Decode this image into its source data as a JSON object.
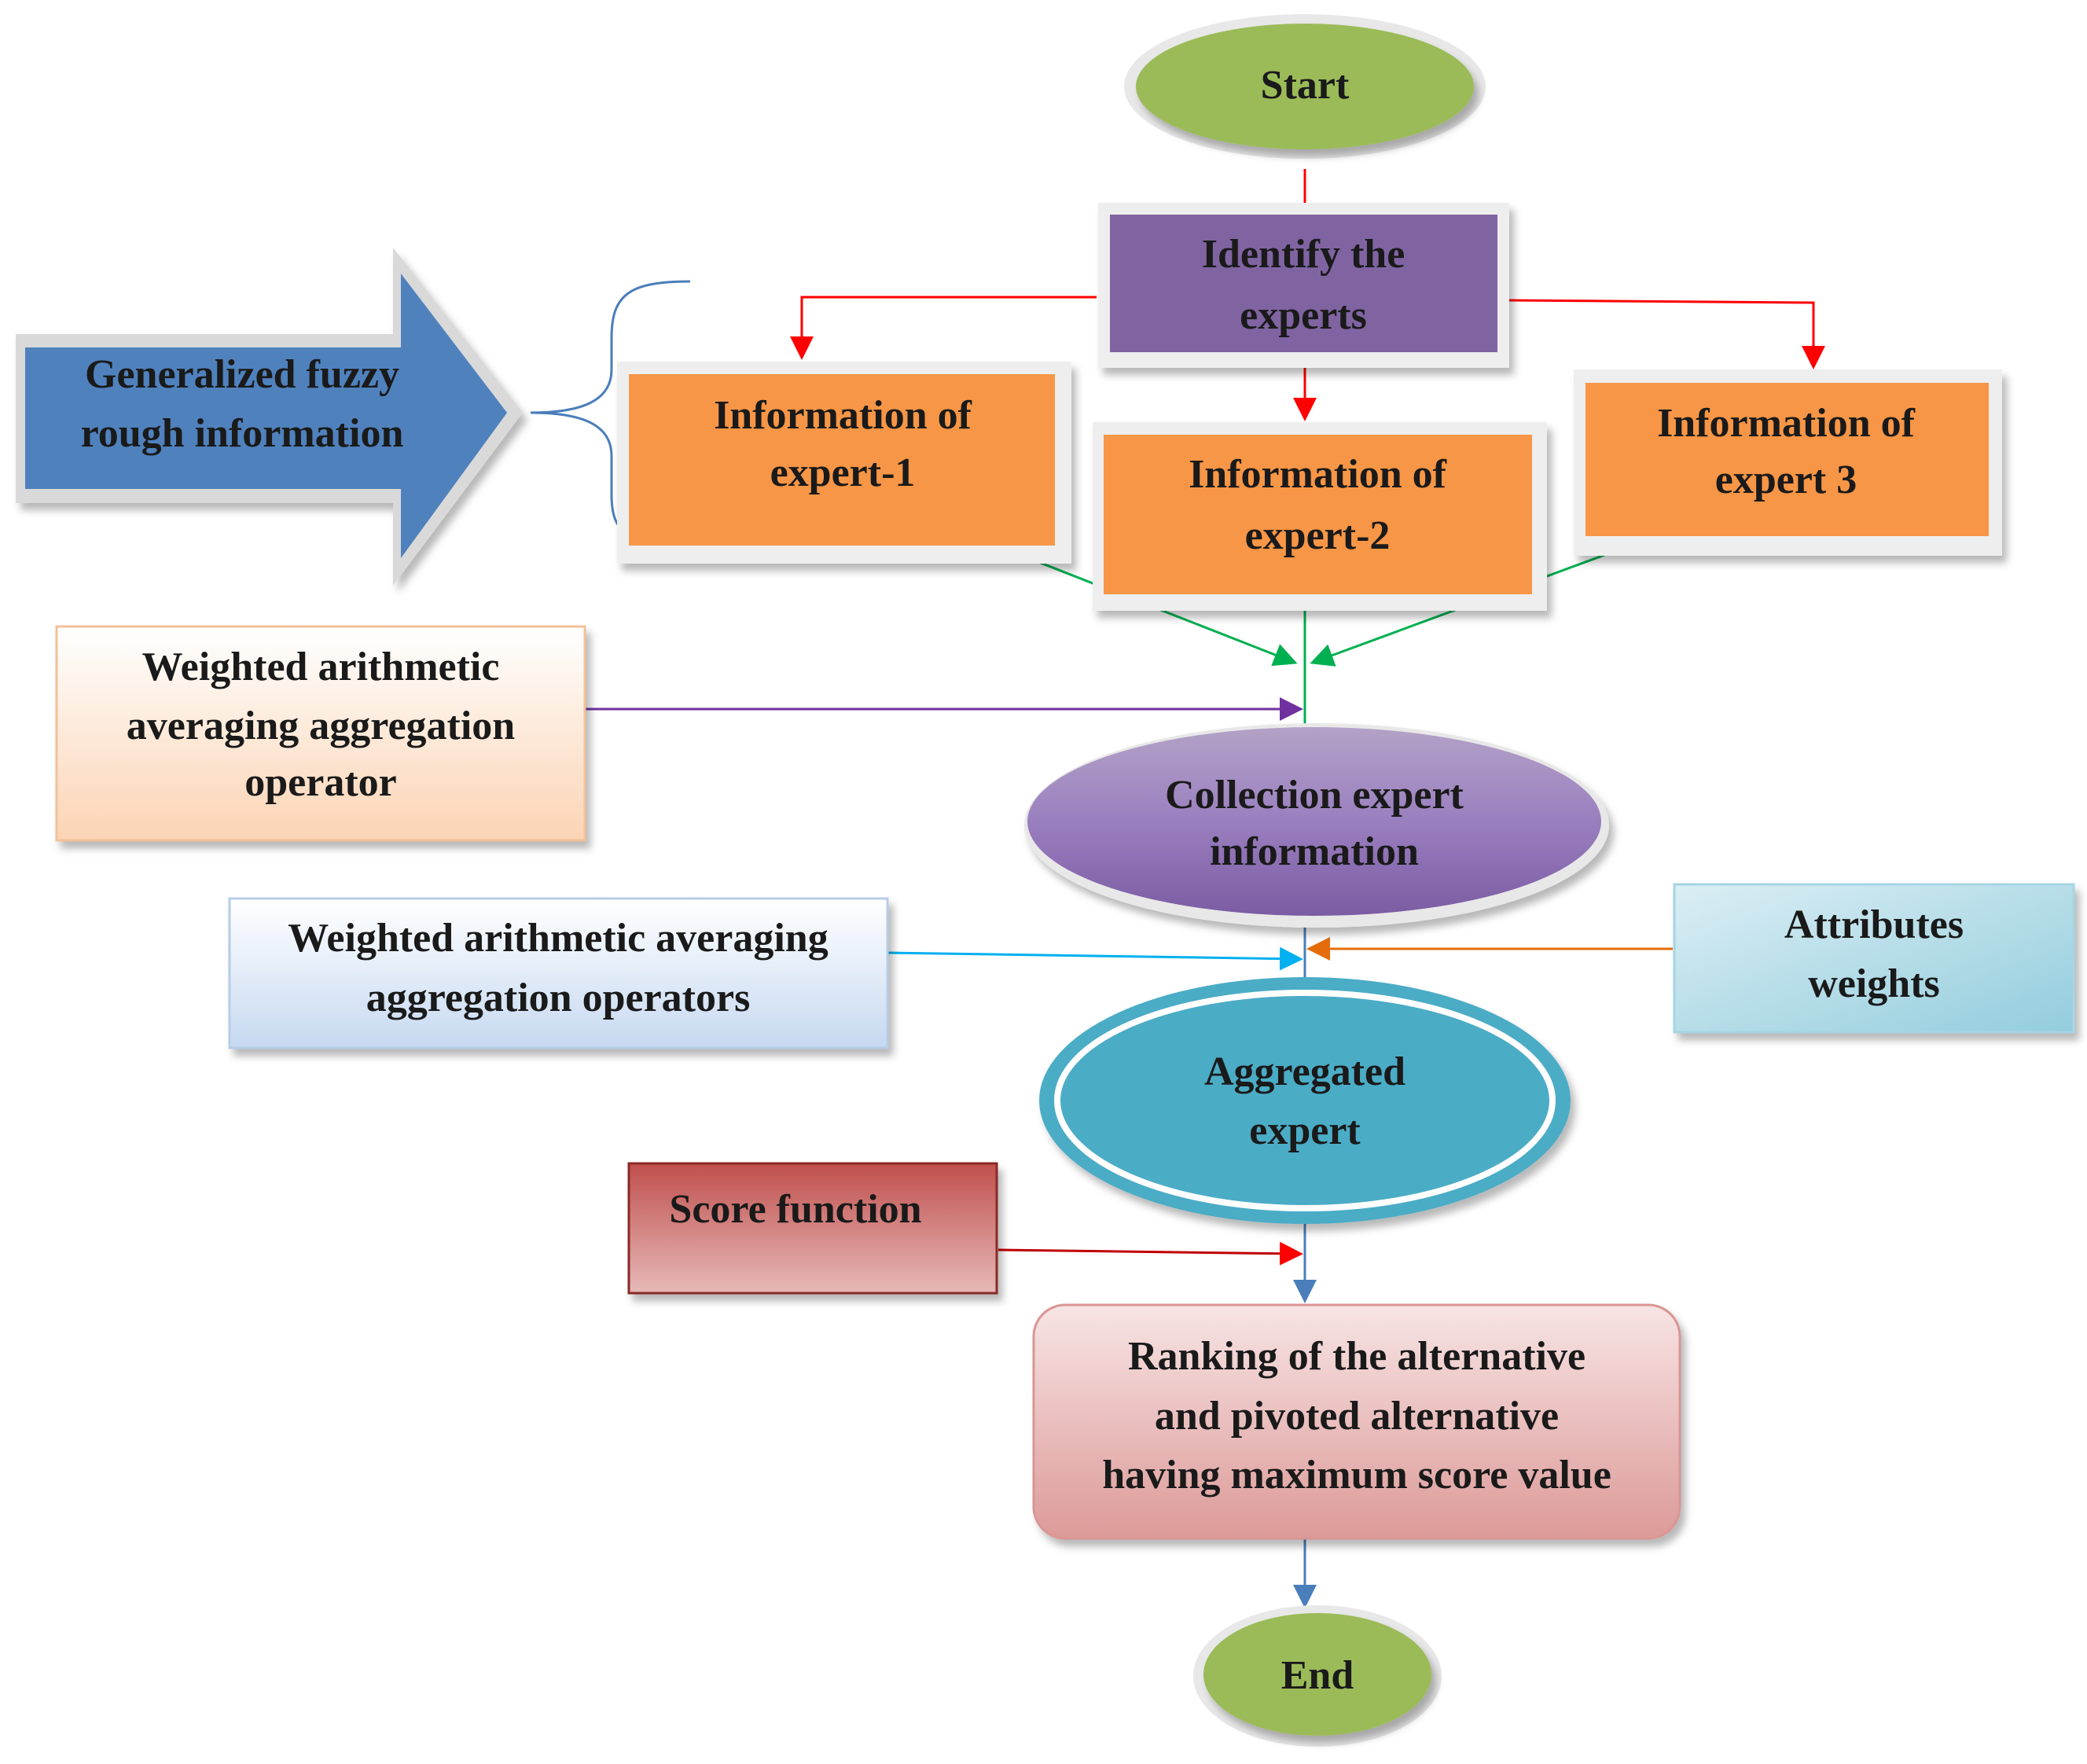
{
  "nodes": {
    "start": "Start",
    "identify": [
      "Identify the",
      "experts"
    ],
    "expert1": [
      "Information of",
      "expert-1"
    ],
    "expert2": [
      "Information of",
      "expert-2"
    ],
    "expert3": [
      "Information of",
      "expert 3"
    ],
    "fuzzy": [
      "Generalized fuzzy",
      "rough information"
    ],
    "waao": [
      "Weighted arithmetic",
      "averaging aggregation",
      "operator"
    ],
    "collection": [
      "Collection expert",
      "information"
    ],
    "waaos": [
      "Weighted arithmetic averaging",
      "aggregation operators"
    ],
    "weights": [
      "Attributes",
      "weights"
    ],
    "aggregated": [
      "Aggregated",
      "expert"
    ],
    "score": "Score function",
    "ranking": [
      "Ranking of the alternative",
      "and pivoted alternative",
      "having maximum score value"
    ],
    "end": "End"
  },
  "colors": {
    "terminal": "#9bbb59",
    "identify": "#8064a2",
    "expert": "#f79646",
    "fuzzy_arrow": "#4f81bd",
    "collection": "#8064a2",
    "aggregated": "#4bacc6",
    "score": "#c0504d",
    "red_line": "#ff0000",
    "green_line": "#00b050",
    "purple_line": "#7030a0",
    "cyan_line": "#00b0f0",
    "orange_line": "#e46c0a",
    "blue_line": "#4a7ebb",
    "brace": "#4a7ebb"
  }
}
